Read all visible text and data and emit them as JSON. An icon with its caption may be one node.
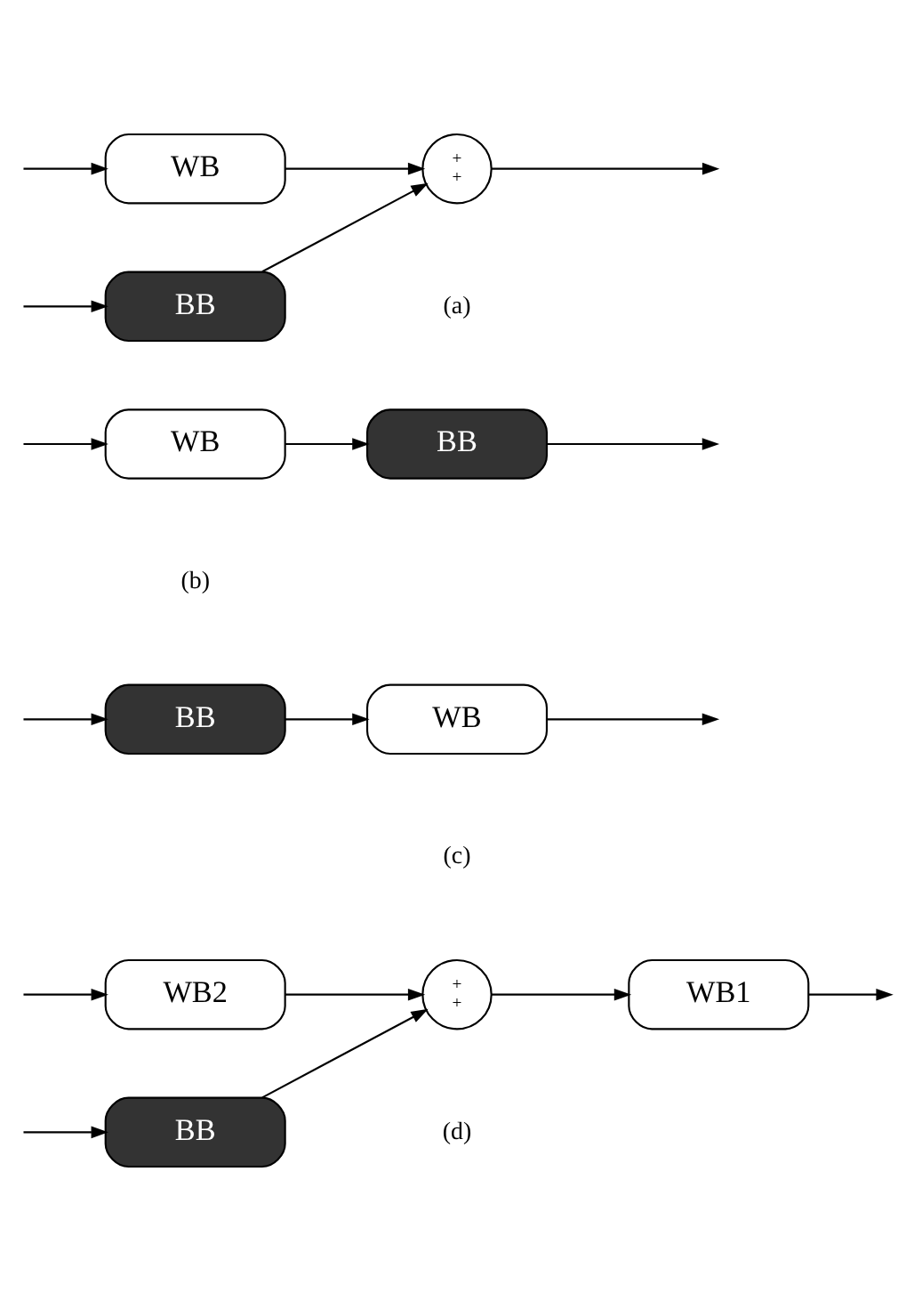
{
  "diagram": {
    "nodes": [
      {
        "text": [
          "WB"
        ]
      },
      {
        "text": [
          "BB"
        ]
      },
      {
        "text": [
          "+",
          "+"
        ]
      },
      {
        "text": [
          "WB"
        ]
      },
      {
        "text": [
          "BB"
        ]
      },
      {
        "text": [
          "BB"
        ]
      },
      {
        "text": [
          "WB"
        ]
      },
      {
        "text": [
          "WB2"
        ]
      },
      {
        "text": [
          "BB"
        ]
      },
      {
        "text": [
          "+",
          "+"
        ]
      },
      {
        "text": [
          "WB1"
        ]
      }
    ],
    "edges": [
      {
        "from": null,
        "to": 0,
        "arrow": "to"
      },
      {
        "from": null,
        "to": 1,
        "arrow": "to"
      },
      {
        "from": 0,
        "to": 2,
        "arrow": "to"
      },
      {
        "from": 1,
        "to": 2,
        "arrow": "to"
      },
      {
        "from": 2,
        "to": null,
        "arrow": "to"
      },
      {
        "from": null,
        "to": 3,
        "arrow": "to"
      },
      {
        "from": 3,
        "to": 4,
        "arrow": "to"
      },
      {
        "from": 4,
        "to": null,
        "arrow": "to"
      },
      {
        "from": null,
        "to": 5,
        "arrow": "to"
      },
      {
        "from": 5,
        "to": 6,
        "arrow": "to"
      },
      {
        "from": 6,
        "to": null,
        "arrow": "to"
      },
      {
        "from": null,
        "to": 7,
        "arrow": "to"
      },
      {
        "from": null,
        "to": 8,
        "arrow": "to"
      },
      {
        "from": 7,
        "to": 9,
        "arrow": "to"
      },
      {
        "from": 8,
        "to": 9,
        "arrow": "to"
      },
      {
        "from": 9,
        "to": 10,
        "arrow": "to"
      },
      {
        "from": 10,
        "to": null,
        "arrow": "to"
      }
    ],
    "labels": [
      "(a)",
      "(b)",
      "(c)",
      "(d)"
    ]
  }
}
